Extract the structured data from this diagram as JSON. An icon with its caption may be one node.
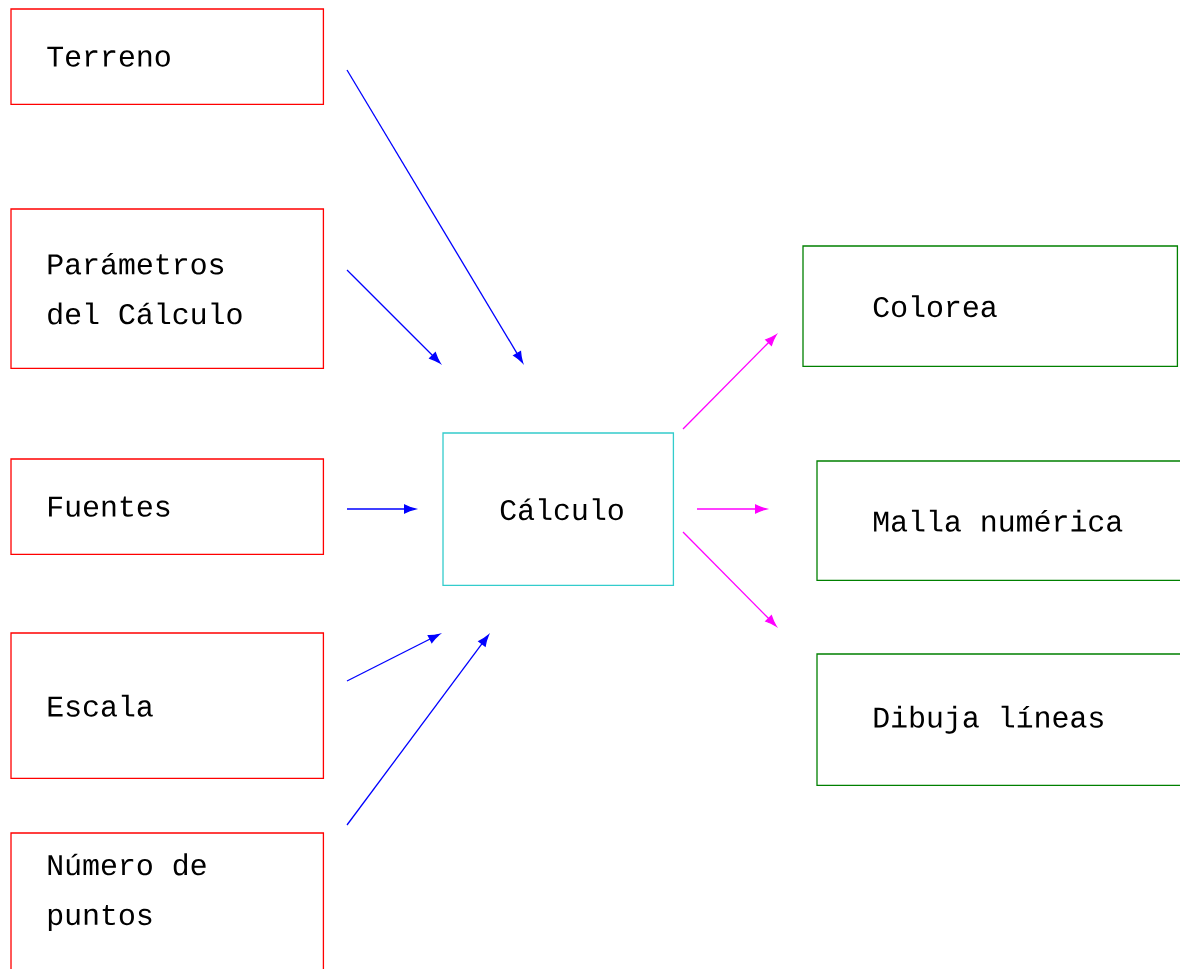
{
  "diagram": {
    "nodes": [
      {
        "text": [
          "Terreno"
        ]
      },
      {
        "text": [
          "Parámetros del Cálculo"
        ]
      },
      {
        "text": [
          "Fuentes"
        ]
      },
      {
        "text": [
          "Escala"
        ]
      },
      {
        "text": [
          "Número de puntos"
        ]
      },
      {
        "text": [
          "Cálculo"
        ]
      },
      {
        "text": [
          "Colorea"
        ]
      },
      {
        "text": [
          "Malla numérica"
        ]
      },
      {
        "text": [
          "Dibuja líneas"
        ]
      }
    ],
    "edges": [
      {
        "from": 0,
        "to": 5,
        "arrow": "to"
      },
      {
        "from": 1,
        "to": 5,
        "arrow": "to"
      },
      {
        "from": 2,
        "to": 5,
        "arrow": "to"
      },
      {
        "from": 3,
        "to": 5,
        "arrow": "to"
      },
      {
        "from": 4,
        "to": 5,
        "arrow": "to"
      },
      {
        "from": 5,
        "to": 6,
        "arrow": "to",
        "color": "#ff00ff"
      },
      {
        "from": 5,
        "to": 7,
        "arrow": "to",
        "color": "#ff00ff"
      },
      {
        "from": 5,
        "to": 8,
        "arrow": "to",
        "color": "#ff00ff"
      }
    ]
  }
}
